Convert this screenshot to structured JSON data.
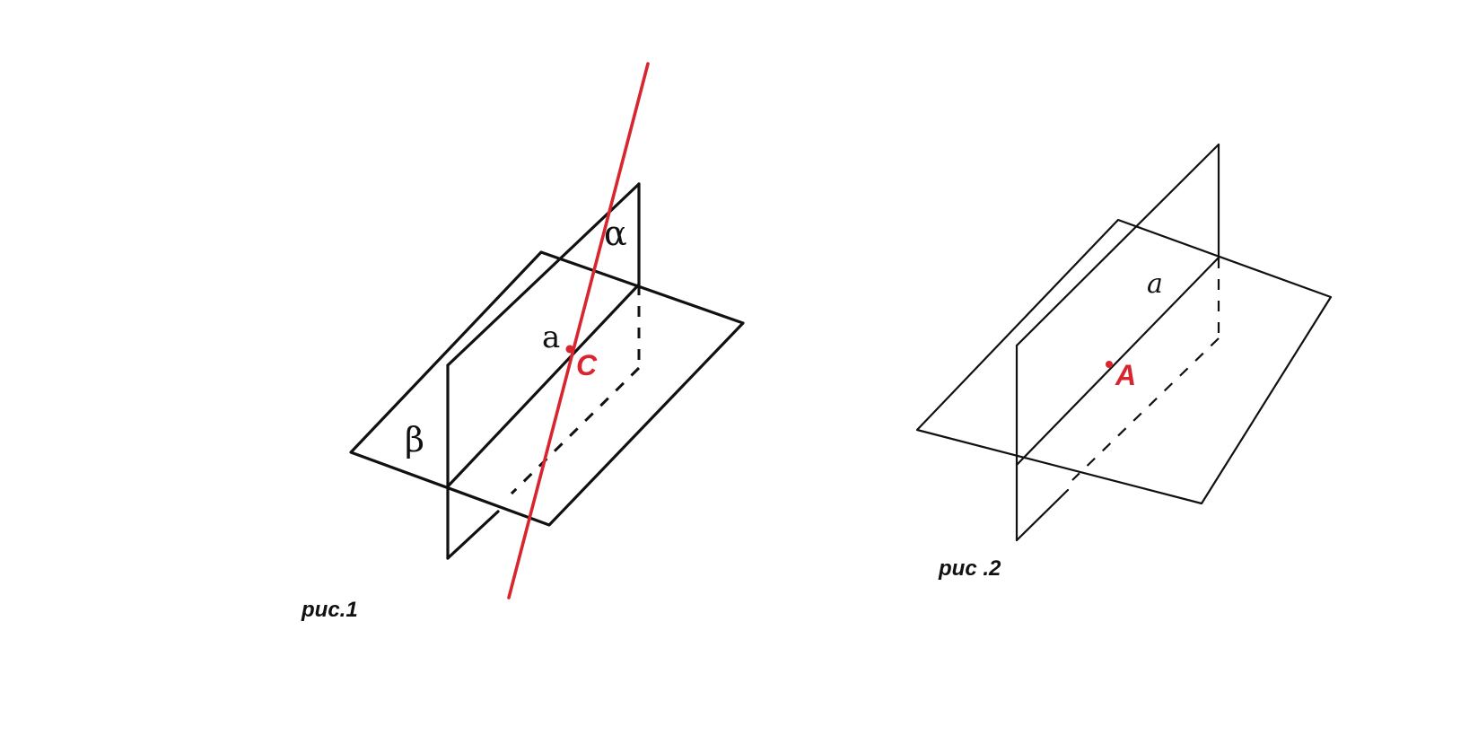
{
  "figure1": {
    "caption": "рис.1",
    "plane_alpha_label": "α",
    "plane_beta_label": "β",
    "line_label": "a",
    "point_label": "C"
  },
  "figure2": {
    "caption": "рис .2",
    "line_label": "a",
    "point_label": "A"
  },
  "colors": {
    "ink": "#111111",
    "highlight": "#d7262f"
  }
}
